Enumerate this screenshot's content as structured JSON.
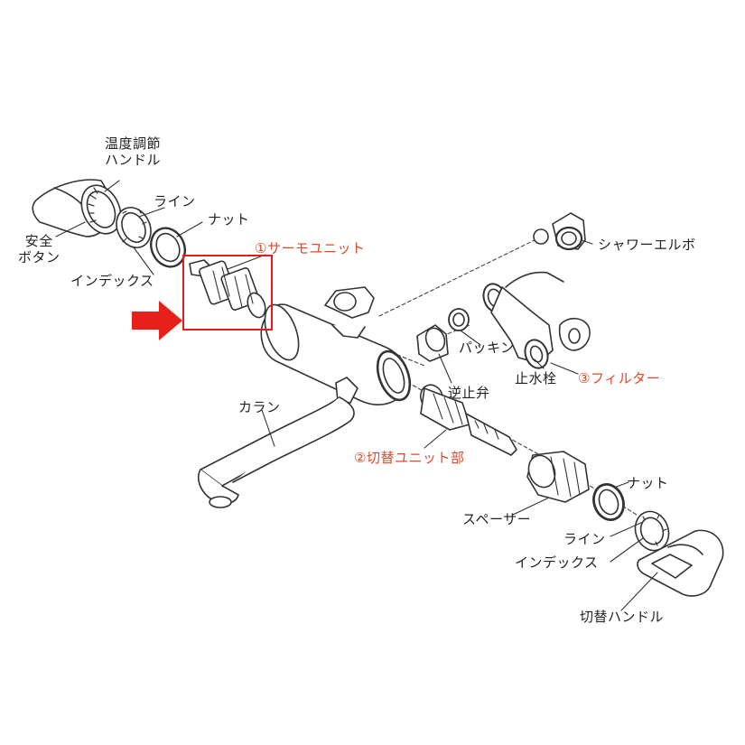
{
  "colors": {
    "accent_red": "#e0482a",
    "highlight_box": "#e31b1b",
    "arrow": "#e8201a",
    "line": "#333333"
  },
  "labels": {
    "temp_handle_line1": "温度調節",
    "temp_handle_line2": "ハンドル",
    "safety_button_line1": "安全",
    "safety_button_line2": "ボタン",
    "line_left": "ライン",
    "nut_left": "ナット",
    "index_left": "インデックス",
    "thermo_unit": "①サーモユニット",
    "shower_elbow": "シャワーエルボ",
    "packing": "パッキン",
    "check_valve": "逆止弁",
    "stop_valve": "止水栓",
    "filter": "③フィルター",
    "spout": "カラン",
    "switch_unit": "②切替ユニット部",
    "spacer": "スペーサー",
    "nut_right": "ナット",
    "line_right": "ライン",
    "index_right": "インデックス",
    "switch_handle": "切替ハンドル"
  },
  "icons": {
    "pointer": "right-arrow-icon"
  }
}
